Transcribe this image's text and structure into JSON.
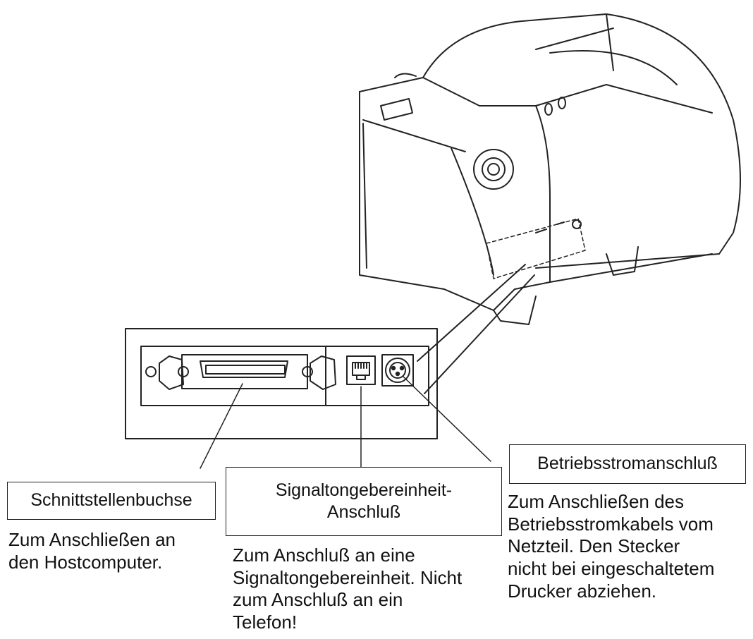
{
  "labels": {
    "interface": {
      "title": "Schnittstellenbuchse",
      "description": "Zum Anschließen an\nden Hostcomputer."
    },
    "buzzer": {
      "title_line1": "Signaltongebereinheit-",
      "title_line2": "Anschluß",
      "description": "Zum Anschluß an eine\nSignaltongebereinheit. Nicht\nzum Anschluß an ein\nTelefon!"
    },
    "power": {
      "title": "Betriebsstromanschluß",
      "description": "Zum Anschließen des\nBetriebsstromkabels vom\nNetzteil. Den Stecker\nnicht bei eingeschaltetem\nDrucker abziehen."
    }
  },
  "colors": {
    "line": "#222222",
    "background": "#ffffff"
  }
}
